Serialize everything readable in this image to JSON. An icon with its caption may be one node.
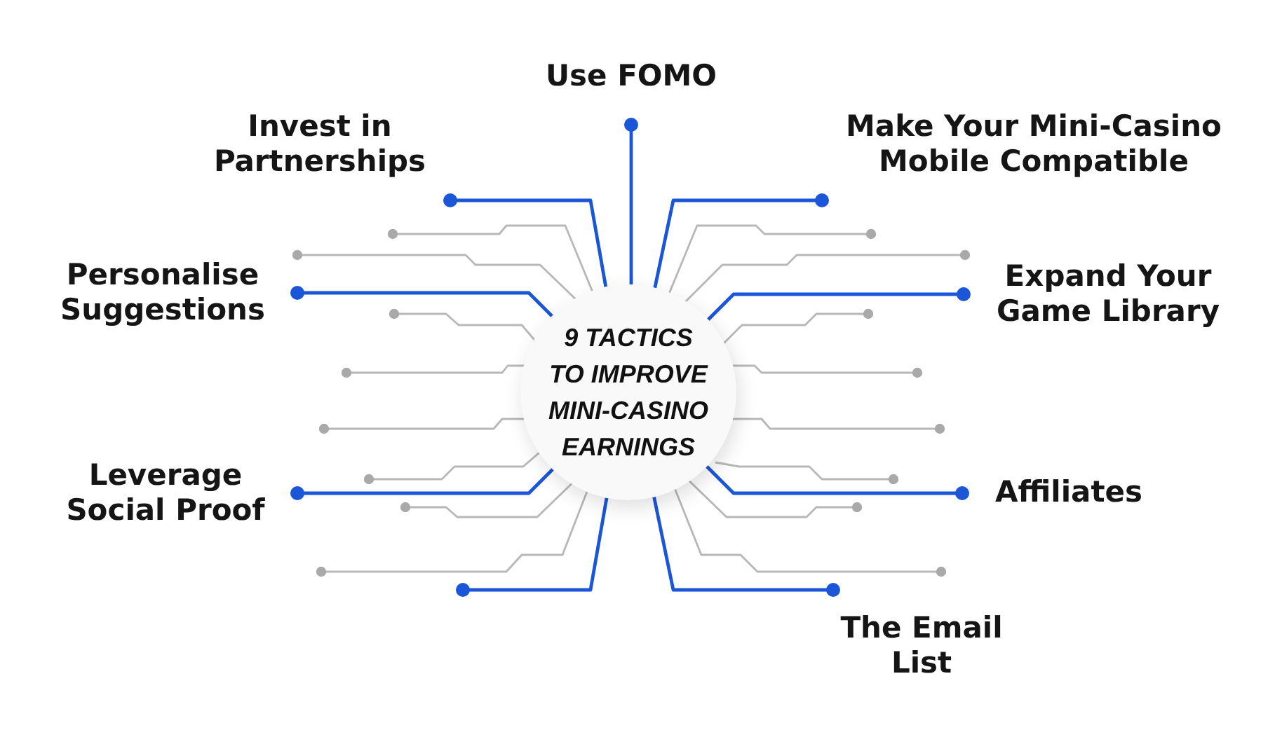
{
  "diagram": {
    "nodes": [
      {
        "text": [
          "9 TACTICS TO IMPROVE MINI-CASINO EARNINGS"
        ]
      },
      {
        "text": [
          "Use FOMO"
        ]
      },
      {
        "text": [
          "Invest in Partnerships"
        ]
      },
      {
        "text": [
          "Make Your Mini-Casino Mobile Compatible"
        ]
      },
      {
        "text": [
          "Personalise Suggestions"
        ]
      },
      {
        "text": [
          "Expand Your Game Library"
        ]
      },
      {
        "text": [
          "Leverage Social Proof"
        ]
      },
      {
        "text": [
          "Affiliates"
        ]
      },
      {
        "text": [
          "The Email List"
        ]
      }
    ],
    "edges": [
      {
        "from": 0,
        "to": 1,
        "arrow": "other"
      },
      {
        "from": 0,
        "to": 2,
        "arrow": "other"
      },
      {
        "from": 0,
        "to": 3,
        "arrow": "other"
      },
      {
        "from": 0,
        "to": 4,
        "arrow": "other"
      },
      {
        "from": 0,
        "to": 5,
        "arrow": "other"
      },
      {
        "from": 0,
        "to": 6,
        "arrow": "other"
      },
      {
        "from": 0,
        "to": 7,
        "arrow": "other"
      },
      {
        "from": 0,
        "to": null,
        "arrow": "other"
      },
      {
        "from": 0,
        "to": 8,
        "arrow": "other"
      }
    ]
  }
}
